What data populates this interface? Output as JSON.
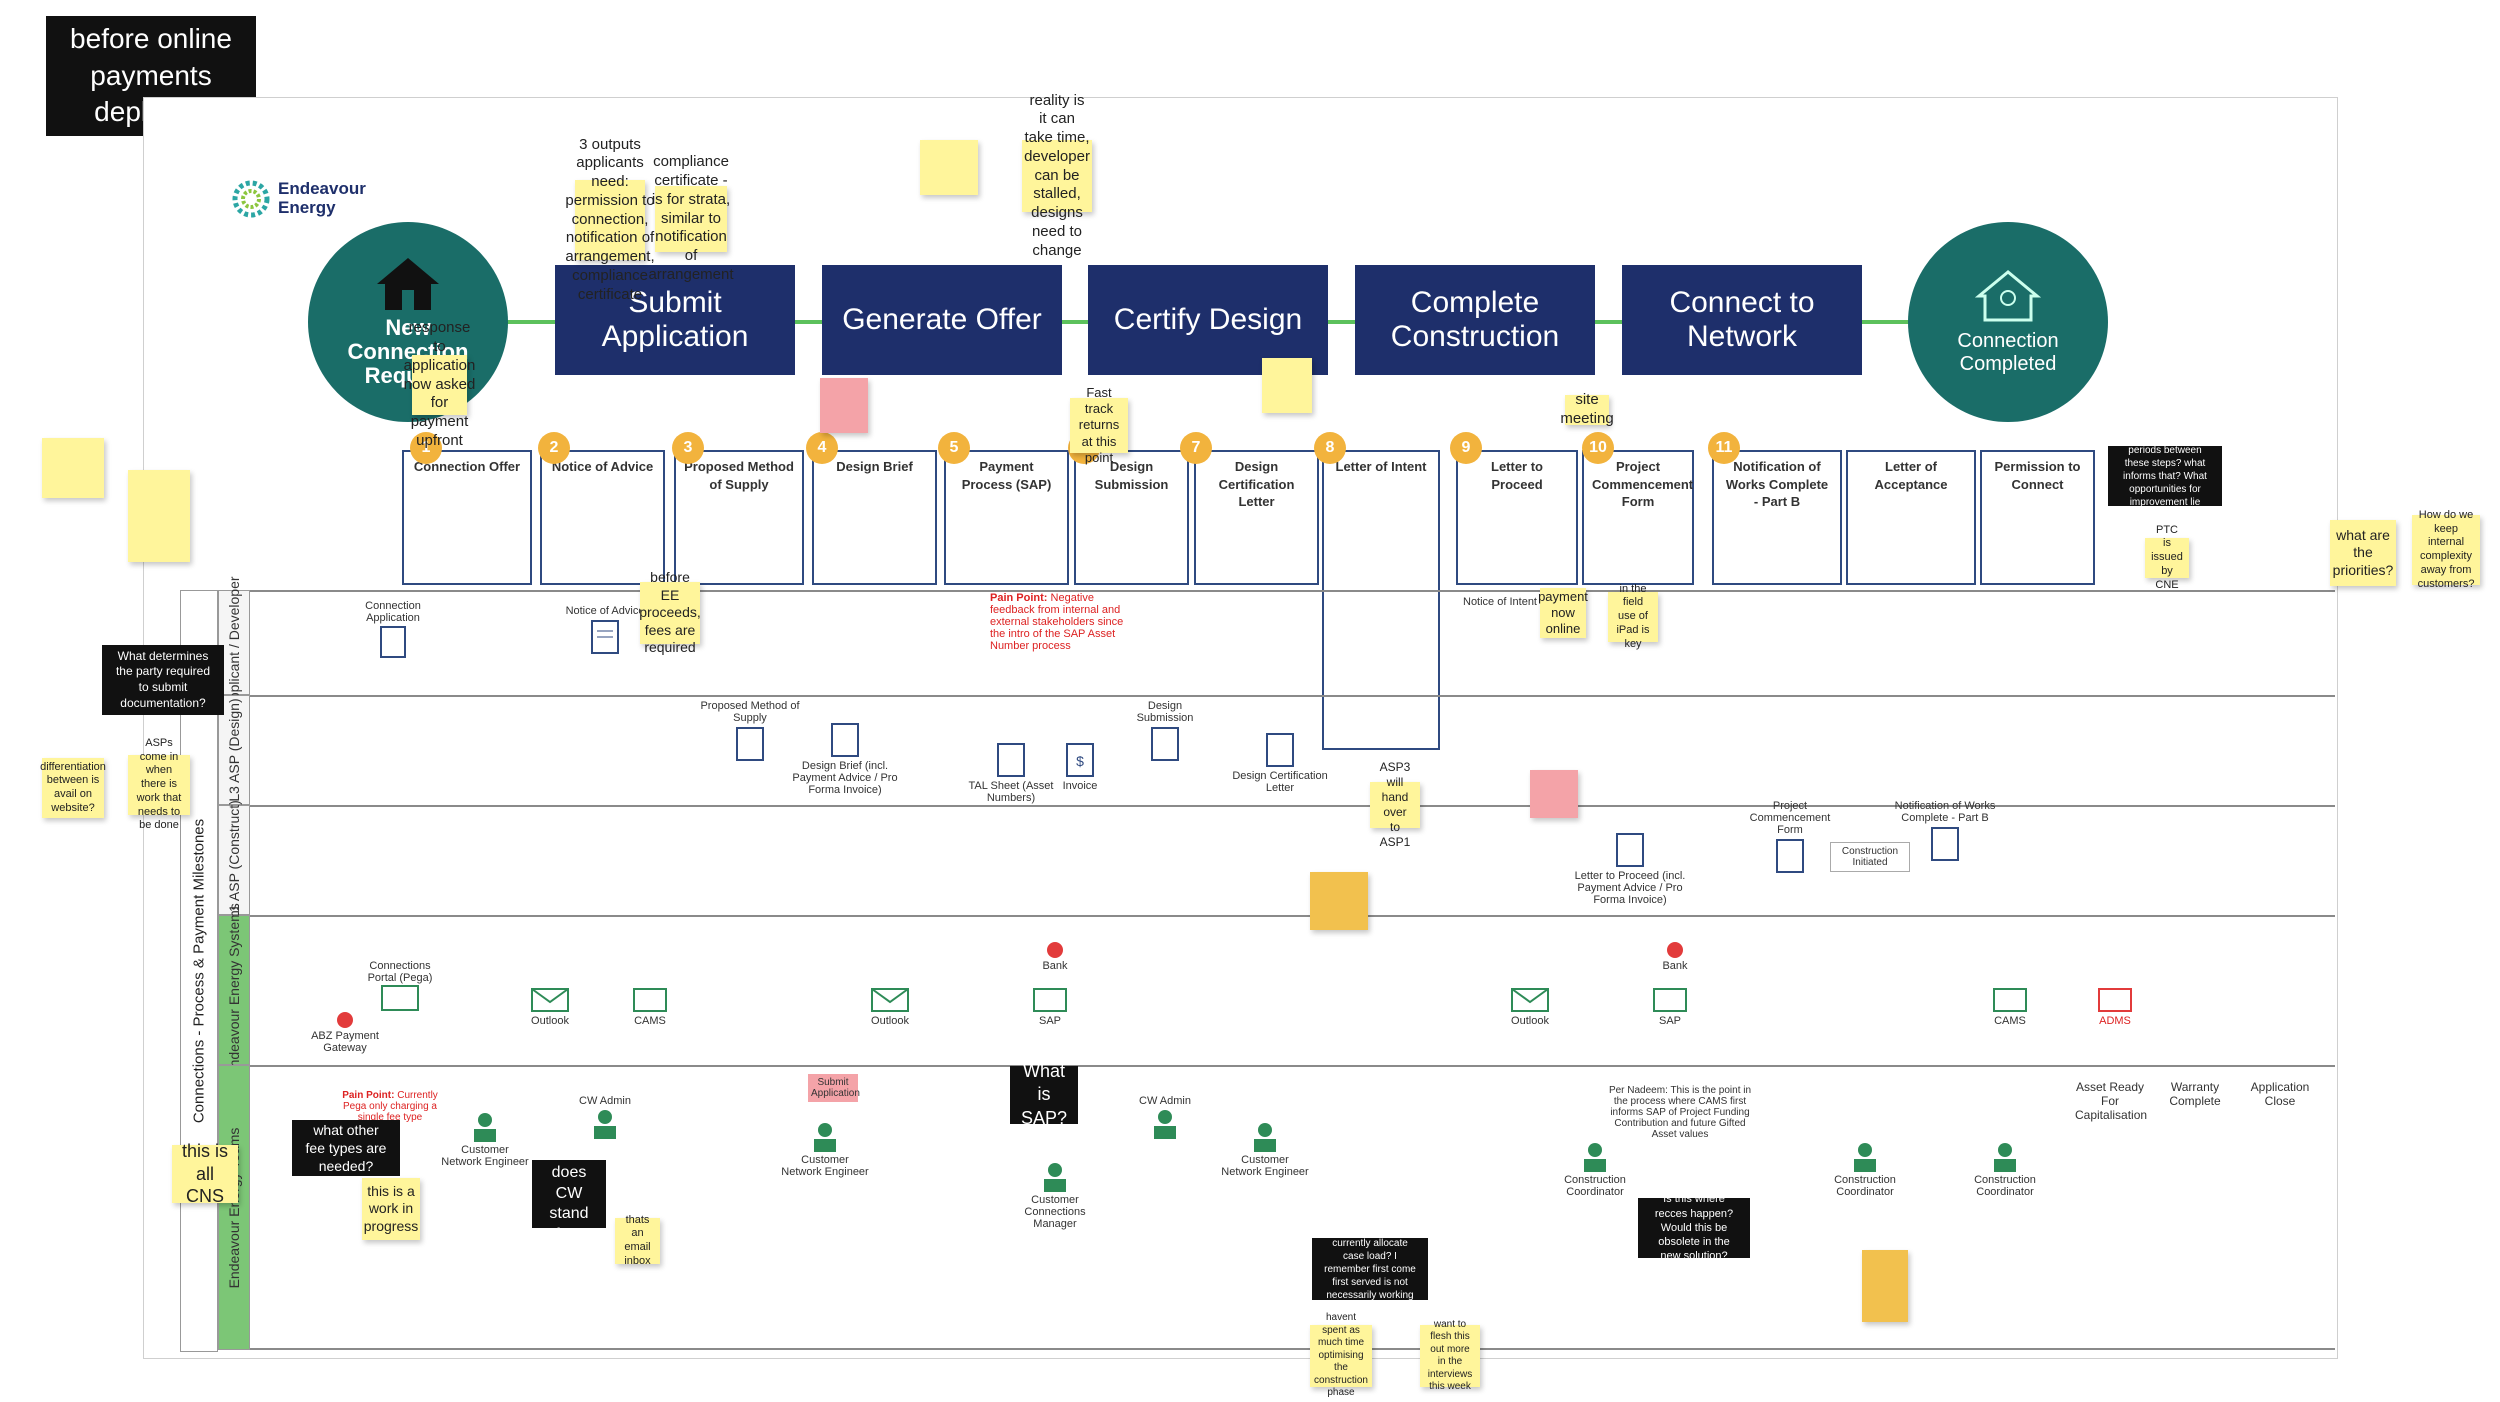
{
  "notes": {
    "title": "before online payments deployed",
    "this_is_all_cns": "this is all CNS",
    "what_is_sap": "What is SAP?",
    "what_does_cw": "what does CW stand for?",
    "what_other_fee": "what other fee types are needed?",
    "work_in_progress": "this is a work in progress",
    "what_determines": "What determines the party required to submit documentation?",
    "before_ee": "before EE proceeds, fees are required",
    "fast_track": "Fast track returns at this point",
    "payment_online": "payment now online",
    "in_the_field": "in the field use of iPad is key",
    "asp3_hand_over": "ASP3 will hand over to ASP1",
    "what_are_priorities": "what are the priorities?",
    "how_do_we_keep": "How do we keep internal complexity away from customers?",
    "ptc_issued": "PTC is issued by CNE",
    "time_periods": "what are the time periods between these steps? what informs that? What opportunities for improvement lie here?",
    "is_this_recces": "Is this where recces happen? Would this be obsolete in the new solution?",
    "how_do_ccms": "How do CCM's currently allocate case load? I remember first come first served is not necessarily working right now?",
    "havent_spent": "havent spent as much time optimising the construction phase",
    "want_to_flesh": "want to flesh this out more in the interviews this week",
    "site_meeting": "site meeting",
    "response_to": "response to application now asked for payment upfront",
    "differentiation": "differentiation between is avail on website?",
    "asps_come_in": "ASPs come in when there is work that needs to be done",
    "three_outputs": "3 outputs applicants need: permission to connection, notification of arrangement, compliance certificate",
    "compliance": "compliance certificate - is for strata, similar to notification of arrangement",
    "reality": "reality is it can take time, developer can be stalled, designs need to change",
    "thats_an_email": "thats an email inbox"
  },
  "brand": {
    "name_line1": "Endeavour",
    "name_line2": "Energy"
  },
  "stages": {
    "new_connection": "New Connection Request",
    "submit": "Submit Application",
    "generate": "Generate Offer",
    "certify": "Certify Design",
    "complete": "Complete Construction",
    "connect": "Connect to Network",
    "completed": "Connection Completed"
  },
  "lanes": {
    "outer": "Connections - Process & Payment Milestones",
    "applicant": "Applicant / Developer",
    "l3": "L3 ASP (Design)",
    "l1": "L1 ASP (Construct)",
    "systems": "Endeavour Energy Systems",
    "teams": "Endeavour Energy Teams"
  },
  "cards": {
    "c1": "Connection Offer",
    "c2": "Notice of Advice",
    "c3": "Proposed Method of Supply",
    "c4": "Design Brief",
    "c5": "Payment Process (SAP)",
    "c6": "Design Submission",
    "c7": "Design Certification Letter",
    "c8": "Letter of Intent",
    "c9": "Letter to Proceed",
    "c10": "Project Commencement Form",
    "c11": "Notification of Works Complete - Part B",
    "c12": "Letter of Acceptance",
    "c13": "Permission to Connect"
  },
  "flow": {
    "connection_application": "Connection Application",
    "notice_of_advice": "Notice of Advice",
    "proposed_mos": "Proposed Method of Supply",
    "design_brief": "Design Brief (incl. Payment Advice / Pro Forma Invoice)",
    "tal_sheet": "TAL Sheet (Asset Numbers)",
    "design_submission": "Design Submission",
    "design_cert_letter": "Design Certification Letter",
    "notice_of_intent": "Notice of Intent",
    "letter_to_proceed": "Letter to Proceed (incl. Payment Advice / Pro Forma Invoice)",
    "project_commencement": "Project Commencement Form",
    "notification_works": "Notification of Works Complete - Part B",
    "construction_initiated": "Construction Initiated",
    "invoice": "Invoice",
    "connections_portal": "Connections Portal (Pega)",
    "abz_gateway": "ABZ Payment Gateway",
    "outlook": "Outlook",
    "cams": "CAMS",
    "sap": "SAP",
    "bank": "Bank",
    "adms": "ADMS",
    "customer_network_engineer": "Customer Network Engineer",
    "cw_admin": "CW Admin",
    "customer_connections_manager": "Customer Connections Manager",
    "construction_coordinator": "Construction Coordinator",
    "pain_point_label": "Pain Point:",
    "pain_point_1": "Negative feedback from internal and external stakeholders since the intro of the SAP Asset Number process",
    "pain_point_2": "Currently Pega only charging a single fee type",
    "submit_app": "Submit Application",
    "per_nadeem": "Per Nadeem: This is the point in the process where CAMS first informs SAP of Project Funding Contribution and future Gifted Asset values",
    "asset_ready": "Asset Ready For Capitalisation",
    "warranty_complete": "Warranty Complete",
    "application_close": "Application Close"
  },
  "colors": {
    "navy": "#1e2f6b",
    "teal": "#1a6d68",
    "sticky": "#fff59b",
    "green_arrow": "#5cc15c",
    "orange_num": "#f2b33d"
  }
}
